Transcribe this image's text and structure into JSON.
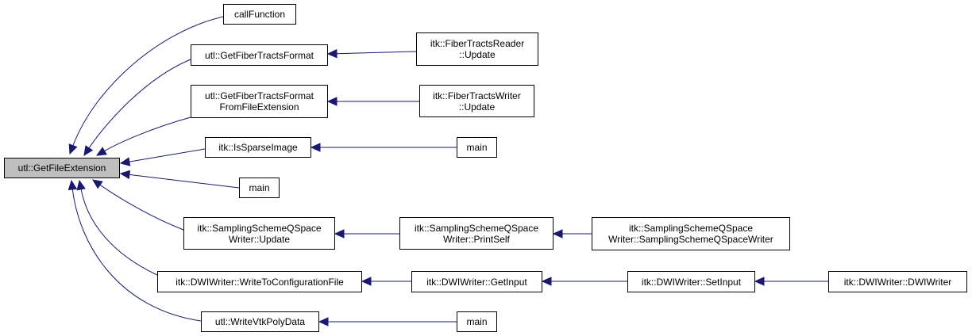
{
  "graph": {
    "colors": {
      "edge": "#191970",
      "node_border": "#000000",
      "root_fill": "#bfbfbf",
      "node_fill": "#ffffff"
    },
    "root": {
      "id": "n0",
      "label": "utl::GetFileExtension"
    },
    "nodes": [
      {
        "id": "n1",
        "label": "callFunction"
      },
      {
        "id": "n2",
        "label": "utl::GetFiberTractsFormat"
      },
      {
        "id": "n3",
        "label": "itk::FiberTractsReader\n::Update"
      },
      {
        "id": "n4",
        "label": "utl::GetFiberTractsFormat\nFromFileExtension"
      },
      {
        "id": "n5",
        "label": "itk::FiberTractsWriter\n::Update"
      },
      {
        "id": "n6",
        "label": "itk::IsSparseImage"
      },
      {
        "id": "n7",
        "label": "main"
      },
      {
        "id": "n8",
        "label": "main"
      },
      {
        "id": "n9",
        "label": "itk::SamplingSchemeQSpace\nWriter::Update"
      },
      {
        "id": "n10",
        "label": "itk::SamplingSchemeQSpace\nWriter::PrintSelf"
      },
      {
        "id": "n11",
        "label": "itk::SamplingSchemeQSpace\nWriter::SamplingSchemeQSpaceWriter"
      },
      {
        "id": "n12",
        "label": "itk::DWIWriter::WriteToConfigurationFile"
      },
      {
        "id": "n13",
        "label": "itk::DWIWriter::GetInput"
      },
      {
        "id": "n14",
        "label": "itk::DWIWriter::SetInput"
      },
      {
        "id": "n15",
        "label": "itk::DWIWriter::DWIWriter"
      },
      {
        "id": "n16",
        "label": "utl::WriteVtkPolyData"
      },
      {
        "id": "n17",
        "label": "main"
      }
    ],
    "edges": [
      {
        "from": "n1",
        "to": "n0"
      },
      {
        "from": "n2",
        "to": "n0"
      },
      {
        "from": "n4",
        "to": "n0"
      },
      {
        "from": "n6",
        "to": "n0"
      },
      {
        "from": "n8",
        "to": "n0"
      },
      {
        "from": "n9",
        "to": "n0"
      },
      {
        "from": "n12",
        "to": "n0"
      },
      {
        "from": "n16",
        "to": "n0"
      },
      {
        "from": "n3",
        "to": "n2"
      },
      {
        "from": "n5",
        "to": "n4"
      },
      {
        "from": "n7",
        "to": "n6"
      },
      {
        "from": "n10",
        "to": "n9"
      },
      {
        "from": "n11",
        "to": "n10"
      },
      {
        "from": "n13",
        "to": "n12"
      },
      {
        "from": "n14",
        "to": "n13"
      },
      {
        "from": "n15",
        "to": "n14"
      },
      {
        "from": "n17",
        "to": "n16"
      }
    ]
  }
}
